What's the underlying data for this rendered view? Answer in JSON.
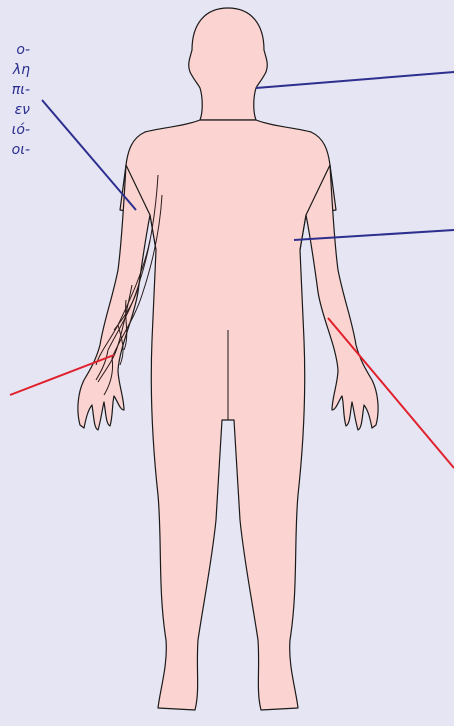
{
  "side_text": [
    "ο-",
    "λη",
    "πι-",
    "εν",
    "ιό-",
    "οι-"
  ],
  "colors": {
    "background": "#e6e5f4",
    "skin": "#fbd3d0",
    "outline": "#1a1a1a",
    "pointer_blue": "#2c2f8e",
    "pointer_red": "#e0202a"
  }
}
